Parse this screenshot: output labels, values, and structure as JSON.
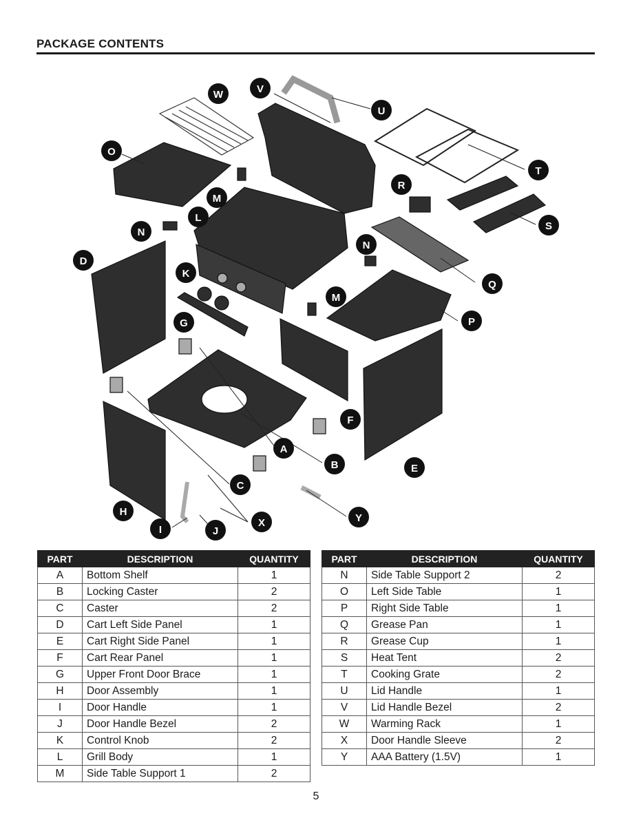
{
  "heading": "PACKAGE CONTENTS",
  "headers": {
    "part": "PART",
    "description": "DESCRIPTION",
    "quantity": "QUANTITY"
  },
  "callouts": [
    "W",
    "V",
    "U",
    "O",
    "T",
    "R",
    "M",
    "L",
    "N",
    "S",
    "D",
    "K",
    "N",
    "Q",
    "M",
    "G",
    "P",
    "F",
    "A",
    "B",
    "E",
    "C",
    "H",
    "X",
    "I",
    "J",
    "Y"
  ],
  "left_table": [
    {
      "part": "A",
      "description": "Bottom Shelf",
      "quantity": "1"
    },
    {
      "part": "B",
      "description": "Locking Caster",
      "quantity": "2"
    },
    {
      "part": "C",
      "description": "Caster",
      "quantity": "2"
    },
    {
      "part": "D",
      "description": "Cart Left Side Panel",
      "quantity": "1"
    },
    {
      "part": "E",
      "description": "Cart Right Side Panel",
      "quantity": "1"
    },
    {
      "part": "F",
      "description": "Cart Rear Panel",
      "quantity": "1"
    },
    {
      "part": "G",
      "description": "Upper Front Door Brace",
      "quantity": "1"
    },
    {
      "part": "H",
      "description": "Door Assembly",
      "quantity": "1"
    },
    {
      "part": "I",
      "description": "Door Handle",
      "quantity": "1"
    },
    {
      "part": "J",
      "description": "Door Handle Bezel",
      "quantity": "2"
    },
    {
      "part": "K",
      "description": "Control Knob",
      "quantity": "2"
    },
    {
      "part": "L",
      "description": "Grill Body",
      "quantity": "1"
    },
    {
      "part": "M",
      "description": "Side Table Support 1",
      "quantity": "2"
    }
  ],
  "right_table": [
    {
      "part": "N",
      "description": "Side Table Support 2",
      "quantity": "2"
    },
    {
      "part": "O",
      "description": "Left Side Table",
      "quantity": "1"
    },
    {
      "part": "P",
      "description": "Right Side Table",
      "quantity": "1"
    },
    {
      "part": "Q",
      "description": "Grease Pan",
      "quantity": "1"
    },
    {
      "part": "R",
      "description": "Grease Cup",
      "quantity": "1"
    },
    {
      "part": "S",
      "description": "Heat Tent",
      "quantity": "2"
    },
    {
      "part": "T",
      "description": "Cooking Grate",
      "quantity": "2"
    },
    {
      "part": "U",
      "description": "Lid Handle",
      "quantity": "1"
    },
    {
      "part": "V",
      "description": "Lid Handle Bezel",
      "quantity": "2"
    },
    {
      "part": "W",
      "description": "Warming Rack",
      "quantity": "1"
    },
    {
      "part": "X",
      "description": "Door Handle Sleeve",
      "quantity": "2"
    },
    {
      "part": "Y",
      "description": "AAA Battery (1.5V)",
      "quantity": "1"
    }
  ],
  "page_number": "5"
}
